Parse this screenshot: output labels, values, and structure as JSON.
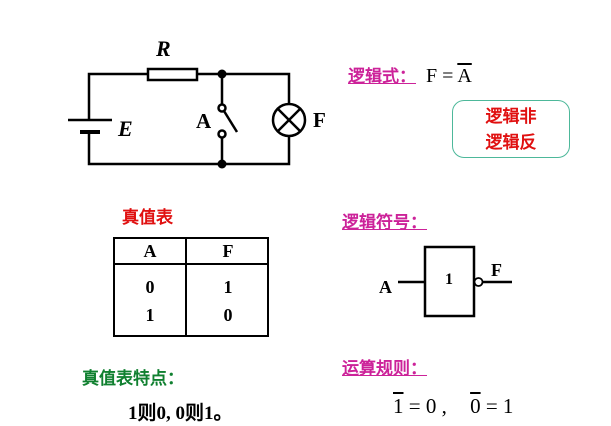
{
  "circuit": {
    "resistor_label": "R",
    "battery_label": "E",
    "switch_label": "A",
    "lamp_label": "F"
  },
  "logic_expr": {
    "label": "逻辑式：",
    "lhs": "F = ",
    "var": "A"
  },
  "note": {
    "line1": "逻辑非",
    "line2": "逻辑反"
  },
  "truth_table": {
    "title": "真值表",
    "headers": [
      "A",
      "F"
    ],
    "rows": [
      [
        "0",
        "1"
      ],
      [
        "1",
        "0"
      ]
    ]
  },
  "symbol": {
    "title": "逻辑符号：",
    "input": "A",
    "output": "F",
    "gate_text": "1"
  },
  "features": {
    "title": "真值表特点：",
    "text": "1则0, 0则1。"
  },
  "rules": {
    "title": "运算规则：",
    "r1_var": "1",
    "r1_rest": " = 0 ,",
    "r2_var": "0",
    "r2_rest": " = 1"
  }
}
